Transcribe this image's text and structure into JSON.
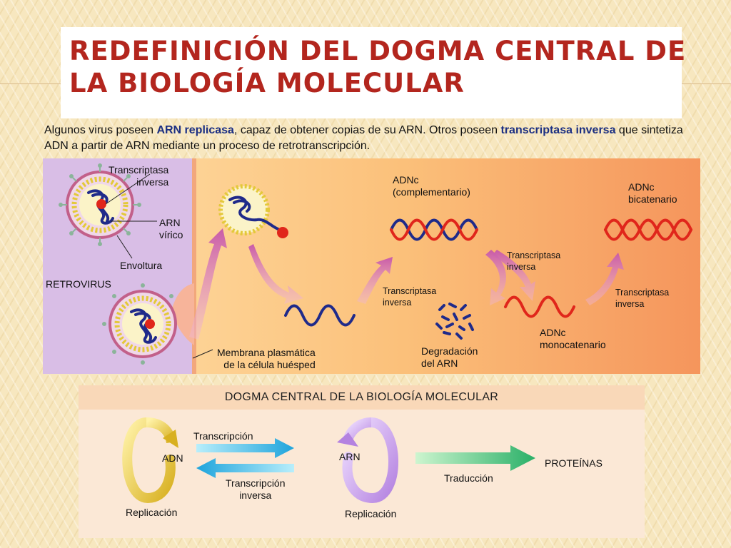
{
  "slide": {
    "title_line1": "REDEFINICIÓN DEL DOGMA CENTRAL DE",
    "title_line2": "LA BIOLOGÍA MOLECULAR"
  },
  "intro": {
    "part1": "Algunos virus poseen ",
    "bold1": "ARN replicasa",
    "part2": ", capaz de obtener copias de su ARN. Otros poseen ",
    "bold2": "transcriptasa inversa",
    "part3": " que sintetiza ADN a partir de ARN mediante un proceso de retrotranscripción."
  },
  "retrovirus_diagram": {
    "label_transcriptasa_1": "Transcriptasa",
    "label_transcriptasa_2": "inversa",
    "label_arn_1": "ARN",
    "label_arn_2": "vírico",
    "label_envoltura": "Envoltura",
    "label_retrovirus": "RETROVIRUS",
    "label_membrana_1": "Membrana plasmática",
    "label_membrana_2": "de la célula huésped",
    "label_adnc_comp_1": "ADNc",
    "label_adnc_comp_2": "(complementario)",
    "label_ti_a_1": "Transcriptasa",
    "label_ti_a_2": "inversa",
    "label_degradacion_1": "Degradación",
    "label_degradacion_2": "del ARN",
    "label_ti_b_1": "Transcriptasa",
    "label_ti_b_2": "inversa",
    "label_adnc_mono_1": "ADNc",
    "label_adnc_mono_2": "monocatenario",
    "label_ti_c_1": "Transcriptasa",
    "label_ti_c_2": "inversa",
    "label_adnc_bi_1": "ADNc",
    "label_adnc_bi_2": "bicatenario",
    "colors": {
      "rna": "#1f2a8a",
      "dna": "#e0261b",
      "virus_shell": "#e7d23a",
      "panel_left": "#d9bee6"
    }
  },
  "dogma": {
    "header": "DOGMA CENTRAL DE LA BIOLOGÍA MOLECULAR",
    "adn": "ADN",
    "arn": "ARN",
    "replicacion_adn": "Replicación",
    "replicacion_arn": "Replicación",
    "transcripcion": "Transcripción",
    "transcripcion_inversa_1": "Transcripción",
    "transcripcion_inversa_2": "inversa",
    "traduccion": "Traducción",
    "proteinas": "PROTEÍNAS",
    "colors": {
      "adn_ring": "#e8c83a",
      "arn_ring": "#c49ae6",
      "transcription_arrow": "#2db8e6",
      "translation_arrow": "#3cbf7a"
    }
  }
}
